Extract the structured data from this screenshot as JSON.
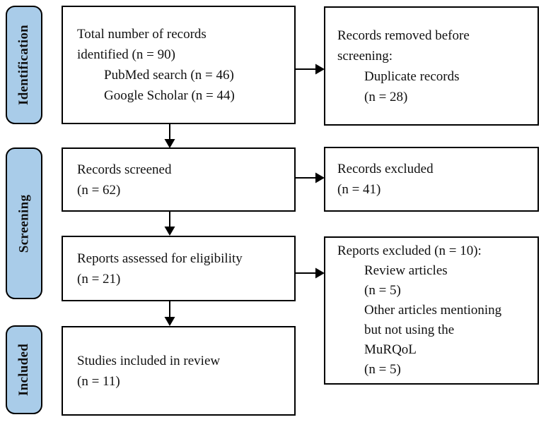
{
  "colors": {
    "stage_fill": "#a9cce9",
    "box_border": "#000000",
    "text": "#111111",
    "background": "#ffffff"
  },
  "stages": {
    "identification": "Identification",
    "screening": "Screening",
    "included": "Included"
  },
  "boxes": {
    "records_identified": {
      "lines": [
        "Total number of records",
        "identified (n = 90)",
        "PubMed search (n = 46)",
        "Google Scholar (n = 44)"
      ]
    },
    "records_removed": {
      "lines": [
        "Records removed before",
        "screening:",
        "Duplicate records",
        "(n = 28)"
      ]
    },
    "records_screened": {
      "lines": [
        "Records screened",
        "(n = 62)"
      ]
    },
    "records_excluded": {
      "lines": [
        "Records excluded",
        "(n = 41)"
      ]
    },
    "reports_assessed": {
      "lines": [
        "Reports assessed for eligibility",
        "(n = 21)"
      ]
    },
    "reports_excluded": {
      "lines": [
        "Reports excluded (n = 10):",
        "Review articles",
        "(n = 5)",
        "Other articles mentioning",
        "but not using the",
        "MuRQoL",
        "(n = 5)"
      ]
    },
    "studies_included": {
      "lines": [
        "Studies included in review",
        "(n = 11)"
      ]
    }
  }
}
